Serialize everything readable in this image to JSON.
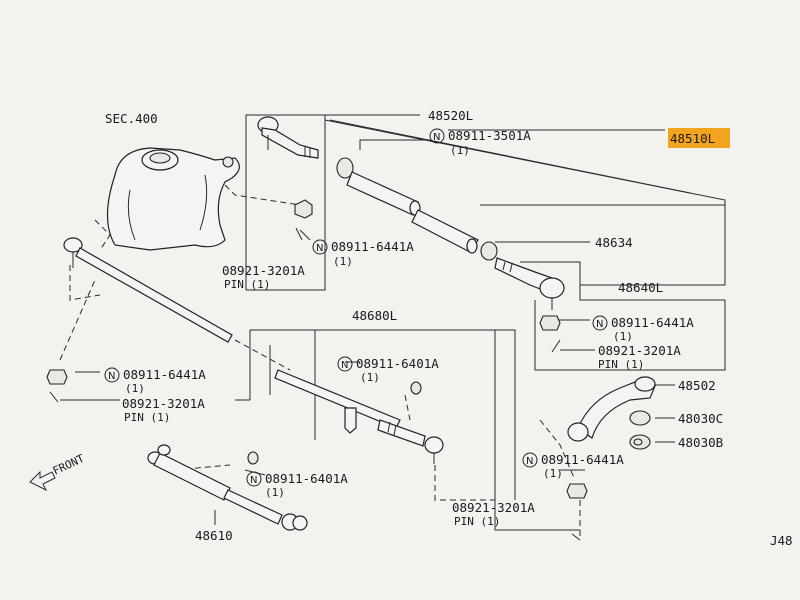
{
  "labels": {
    "sec400": "SEC.400",
    "p48520L": "48520L",
    "p48510L": "48510L",
    "p48634": "48634",
    "p48640L": "48640L",
    "p48680L": "48680L",
    "p48502": "48502",
    "p48030C": "48030C",
    "p48030B": "48030B",
    "p48610": "48610",
    "front": "FRONT",
    "corner": "J48"
  },
  "callouts": {
    "c1": {
      "code": "08911-3501A",
      "qty": "(1)"
    },
    "c2": {
      "code": "08911-6441A",
      "qty": "(1)"
    },
    "c3": {
      "code": "08921-3201A",
      "qty": "PIN (1)"
    },
    "c4": {
      "code": "08911-6441A",
      "qty": "(1)"
    },
    "c5": {
      "code": "08921-3201A",
      "qty": "PIN (1)"
    },
    "c6": {
      "code": "08911-6441A",
      "qty": "(1)"
    },
    "c7": {
      "code": "08921-3201A",
      "qty": "PIN (1)"
    },
    "c8": {
      "code": "08911-6401A",
      "qty": "(1)"
    },
    "c9": {
      "code": "08911-6401A",
      "qty": "(1)"
    },
    "c10": {
      "code": "08911-6441A",
      "qty": "(1)"
    },
    "c11": {
      "code": "08921-3201A",
      "qty": "PIN (1)"
    }
  },
  "n_symbol": "N",
  "colors": {
    "highlight": "#f2a41f",
    "ink": "#1a1a1a",
    "paper": "#f4f4f2"
  }
}
